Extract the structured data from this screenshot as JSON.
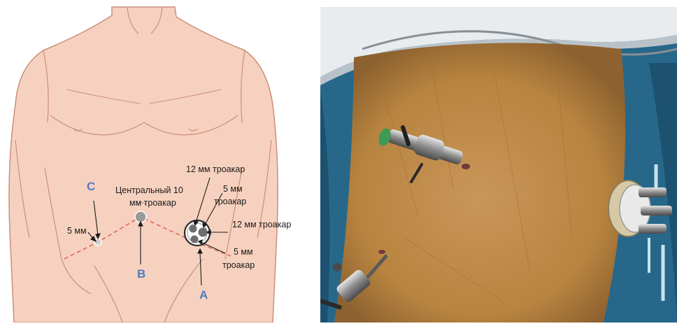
{
  "diagram": {
    "labels": {
      "top_12mm": "12 мм троакар",
      "central_line1": "Центральный 10",
      "central_line2": "мм троакар",
      "right_5mm_line1": "5 мм",
      "right_5mm_line2": "троакар",
      "right_12mm": "12 мм троакар",
      "bottom_5mm_line1": "5 мм",
      "bottom_5mm_line2": "троакар",
      "left_5mm": "5 мм"
    },
    "letters": {
      "a": "A",
      "b": "B",
      "c": "C"
    },
    "colors": {
      "skin": "#f7d1c0",
      "outline": "#c98f78",
      "dash": "#e0665e",
      "letter": "#4f7bc0",
      "port_fill": "#9a9a9a"
    }
  },
  "photo": {
    "colors": {
      "drape": "#27678a",
      "skin": "#c28f4a",
      "gown": "#e8ecef"
    }
  }
}
